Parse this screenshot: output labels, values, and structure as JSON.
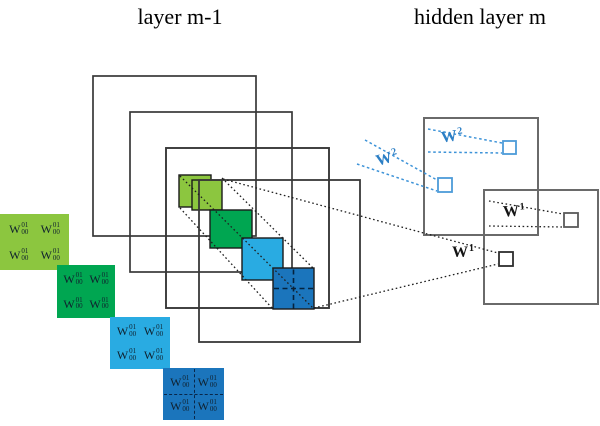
{
  "titles": {
    "left_title": "layer m-1",
    "right_title": "hidden layer m"
  },
  "connection_labels": {
    "w2_inner": {
      "base": "W",
      "sup": "2"
    },
    "w2_outer": {
      "base": "W",
      "sup": "2"
    },
    "w1_inner": {
      "base": "W",
      "sup": "1"
    },
    "w1_outer": {
      "base": "W",
      "sup": "1"
    }
  },
  "weight_label": {
    "base": "W",
    "sup": "01",
    "sub": "00"
  },
  "weight_boxes": [
    {
      "name": "kernel-weights-map1",
      "color": "#8CC63F"
    },
    {
      "name": "kernel-weights-map2",
      "color": "#00A651"
    },
    {
      "name": "kernel-weights-map3",
      "color": "#29ABE2"
    },
    {
      "name": "kernel-weights-map4",
      "color": "#1B75BC"
    }
  ],
  "colors": {
    "light_green": "#8CC63F",
    "dark_green": "#00A651",
    "cyan": "#29ABE2",
    "dark_blue": "#1B75BC",
    "blue_line": "#3d93d8",
    "blue_text": "#2c7fc5",
    "black_line": "#1f1f1f",
    "map_border": "#383838",
    "hidden_map_border": "#6a6a6a",
    "patch_border": "#1a1a1a"
  }
}
